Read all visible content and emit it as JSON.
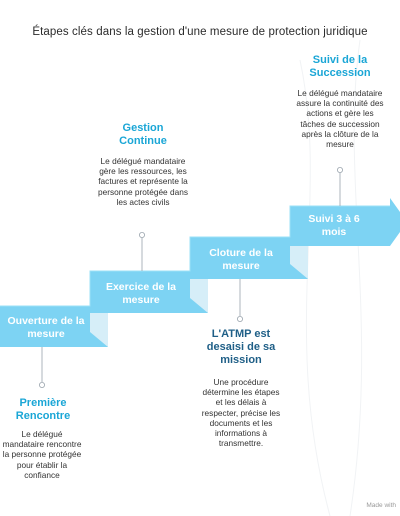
{
  "title": "Étapes clés dans la gestion d'une mesure de protection juridique",
  "steps": [
    {
      "label": "Ouverture de la mesure",
      "heading": "Première Rencontre",
      "description": "Le délégué mandataire rencontre la personne protégée pour établir la confiance"
    },
    {
      "label": "Exercice de la mesure",
      "heading": "Gestion Continue",
      "description": "Le délégué mandataire gère les ressources, les factures et représente la personne protégée dans les actes civils"
    },
    {
      "label": "Cloture de la mesure",
      "heading": "L'ATMP est desaisi de sa mission",
      "description": "Une procédure détermine les étapes et les délais à respecter, précise les documents et les informations à transmettre."
    },
    {
      "label": "Suivi 3 à 6 mois",
      "heading": "Suivi de la Succession",
      "description": "Le délégué mandataire assure la continuité des actions et gère les tâches de succession après la clôture de la mesure"
    }
  ],
  "footer": "Made with",
  "colors": {
    "step_fill": "#7dd3f3",
    "step_side": "#4fb3de",
    "heading": "#1aa6d6",
    "heading_dark": "#1f5f87"
  }
}
